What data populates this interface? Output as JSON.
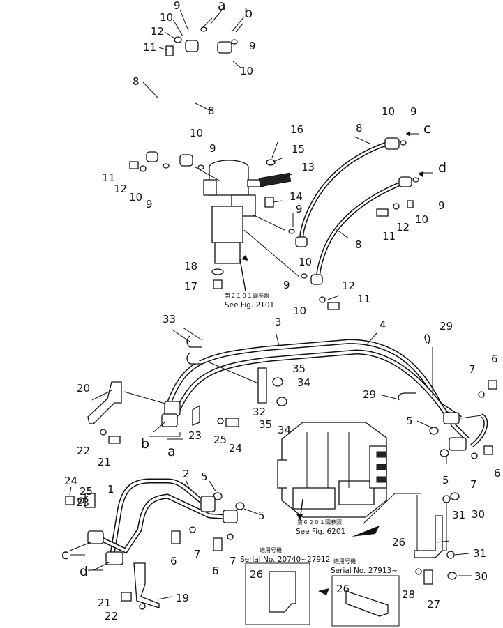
{
  "part_numbers": {
    "p1": "1",
    "p2": "2",
    "p3": "3",
    "p4": "4",
    "p5": "5",
    "p6": "6",
    "p7": "7",
    "p8": "8",
    "p9": "9",
    "p10": "10",
    "p11": "11",
    "p12": "12",
    "p13": "13",
    "p14": "14",
    "p15": "15",
    "p16": "16",
    "p17": "17",
    "p18": "18",
    "p19": "19",
    "p20": "20",
    "p21": "21",
    "p22": "22",
    "p23": "23",
    "p24": "24",
    "p25": "25",
    "p26": "26",
    "p27": "27",
    "p28": "28",
    "p29": "29",
    "p30": "30",
    "p31": "31",
    "p32": "32",
    "p33": "33",
    "p34": "34",
    "p35": "35"
  },
  "connection_letters": {
    "a": "a",
    "b": "b",
    "c": "c",
    "d": "d"
  },
  "references": {
    "steering_jp": "第２１０１図参照",
    "steering_en": "See Fig. 2101",
    "valve_jp": "第６２０１図参照",
    "valve_en": "See Fig. 6201"
  },
  "serials": {
    "left_jp": "適用号機",
    "left_en": "Serial No. 20740~27912",
    "right_jp": "適用号機",
    "right_en": "Serial No. 27913~"
  }
}
